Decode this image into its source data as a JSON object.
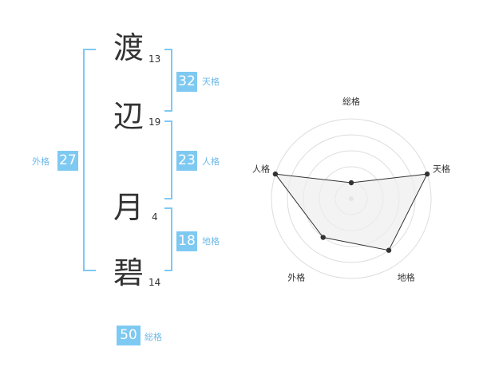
{
  "name": {
    "chars": [
      {
        "char": "渡",
        "strokes": "13"
      },
      {
        "char": "辺",
        "strokes": "19"
      },
      {
        "char": "月",
        "strokes": "4"
      },
      {
        "char": "碧",
        "strokes": "14"
      }
    ]
  },
  "fortune": {
    "tenkaku": {
      "value": "32",
      "label": "天格"
    },
    "jinkaku": {
      "value": "23",
      "label": "人格"
    },
    "chikaku": {
      "value": "18",
      "label": "地格"
    },
    "gaikaku": {
      "value": "27",
      "label": "外格"
    },
    "soukaku": {
      "value": "50",
      "label": "総格"
    }
  },
  "chart_data": {
    "type": "radar",
    "axes": [
      "総格",
      "天格",
      "地格",
      "外格",
      "人格"
    ],
    "values": [
      1,
      5,
      4,
      3,
      5
    ],
    "max": 5,
    "rings": 5,
    "colors": {
      "fill": "#eeeeee",
      "line": "#333333",
      "grid": "#dddddd"
    }
  },
  "colors": {
    "accent": "#7ec9f2",
    "accent_text": "#6cb9e8"
  }
}
